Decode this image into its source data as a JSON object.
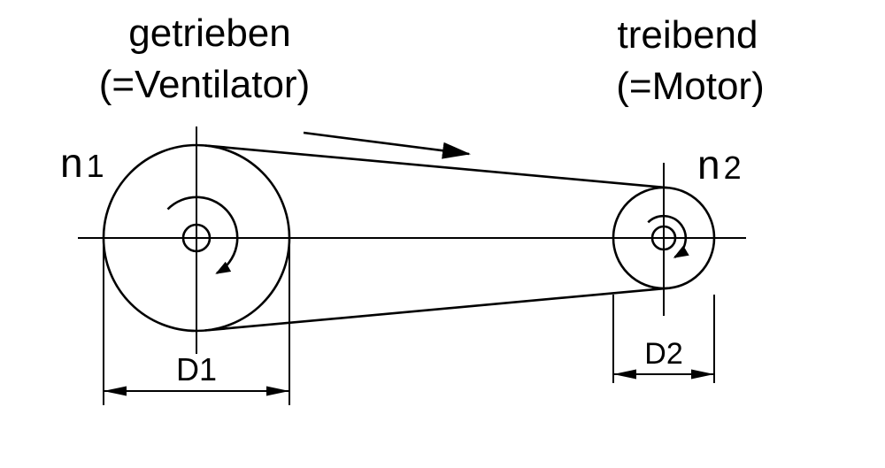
{
  "diagram": {
    "left": {
      "title_line1": "getrieben",
      "title_line2": "(=Ventilator)",
      "speed_symbol": "n",
      "speed_subscript": "1",
      "diameter_label": "D1"
    },
    "right": {
      "title_line1": "treibend",
      "title_line2": "(=Motor)",
      "speed_symbol": "n",
      "speed_subscript": "2",
      "diameter_label": "D2"
    },
    "colors": {
      "line": "#000000",
      "background": "#ffffff"
    }
  }
}
